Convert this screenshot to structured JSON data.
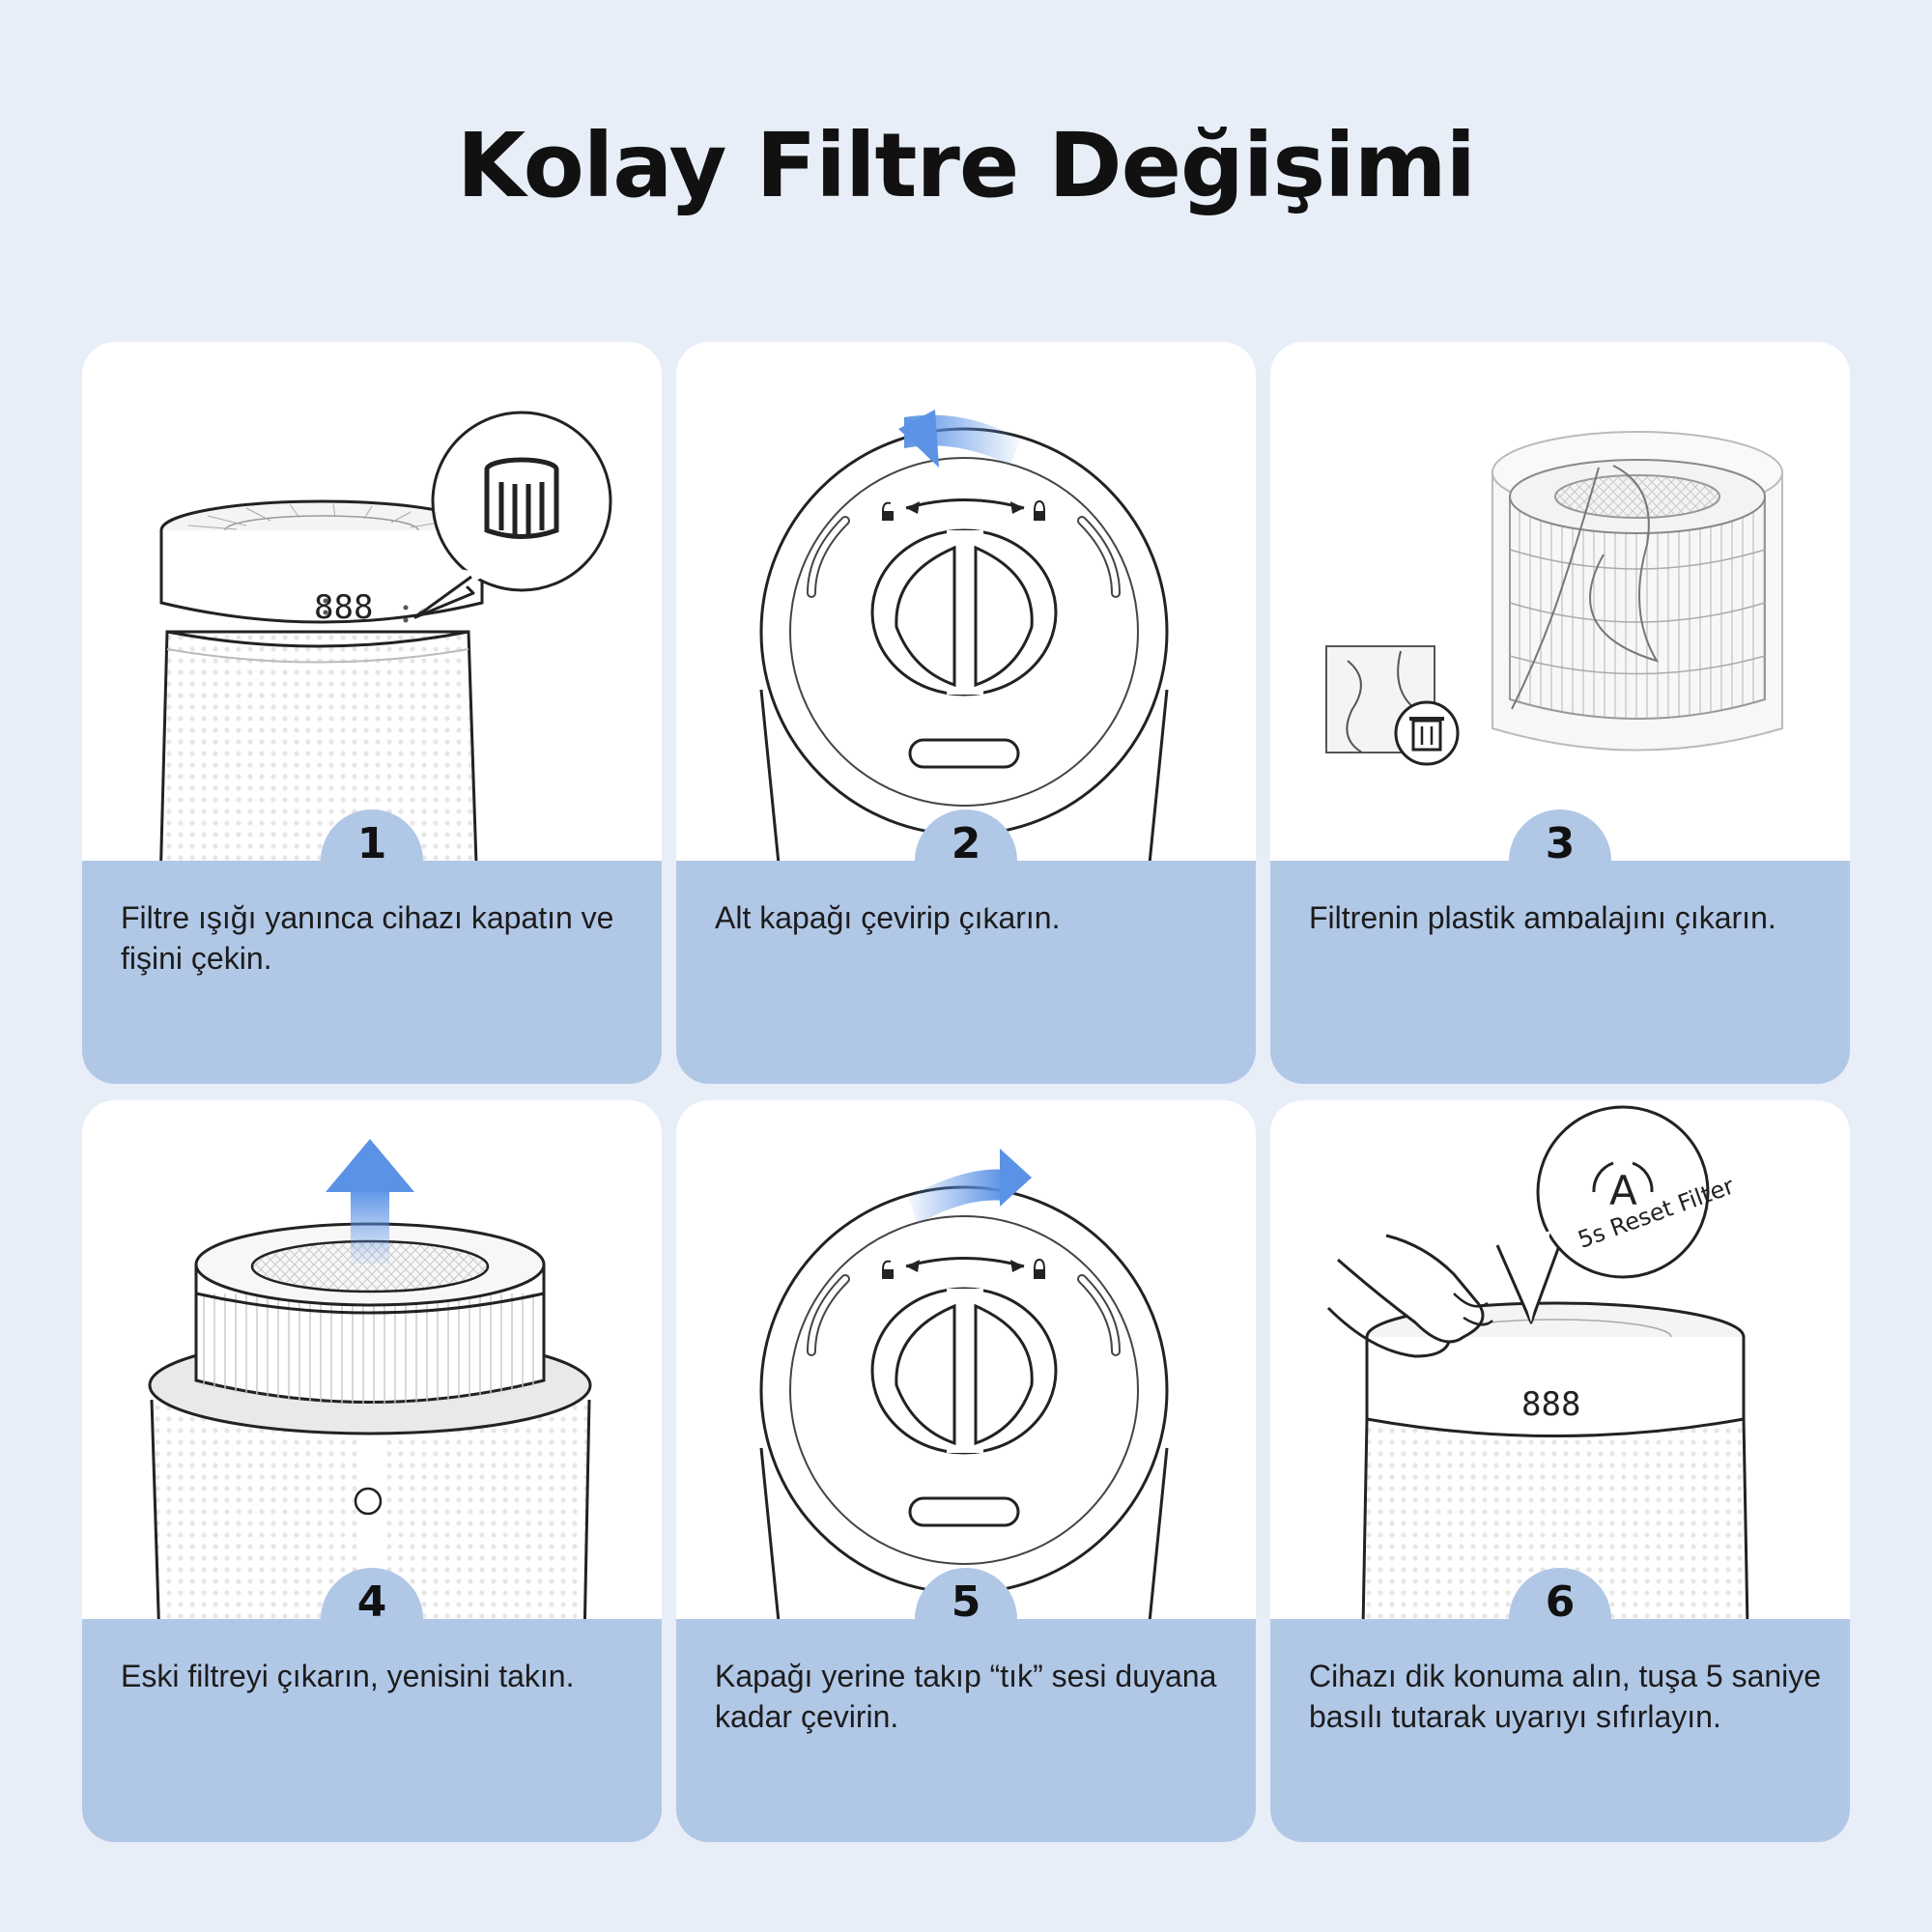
{
  "title": "Kolay Filtre Değişimi",
  "colors": {
    "background": "#e7eef8",
    "card": "#ffffff",
    "caption_band": "#b1c7e6",
    "arrow_blue": "#5a92e6",
    "line": "#1f1f1f"
  },
  "steps": [
    {
      "number": "1",
      "text": "Filtre ışığı yanınca cihazı kapatın ve fişini çekin.",
      "display": "888",
      "icons": [
        "filter-cartridge-icon"
      ]
    },
    {
      "number": "2",
      "text": "Alt kapağı çevirip çıkarın.",
      "icons": [
        "rotate-left-arrow-icon",
        "unlock-icon",
        "lock-icon"
      ]
    },
    {
      "number": "3",
      "text": "Filtrenin plastik ambalajını çıkarın.",
      "icons": [
        "trash-icon"
      ]
    },
    {
      "number": "4",
      "text": "Eski filtreyi çıkarın, yenisini takın.",
      "icons": [
        "up-arrow-icon"
      ]
    },
    {
      "number": "5",
      "text": "Kapağı yerine takıp “tık” sesi duyana kadar çevirin.",
      "icons": [
        "rotate-right-arrow-icon",
        "unlock-icon",
        "lock-icon"
      ]
    },
    {
      "number": "6",
      "text": "Cihazı dik konuma alın, tuşa 5 saniye basılı tutarak uyarıyı sıfırlayın.",
      "display": "888",
      "reset_callout": {
        "letter": "A",
        "label": "5s Reset Filter"
      }
    }
  ]
}
